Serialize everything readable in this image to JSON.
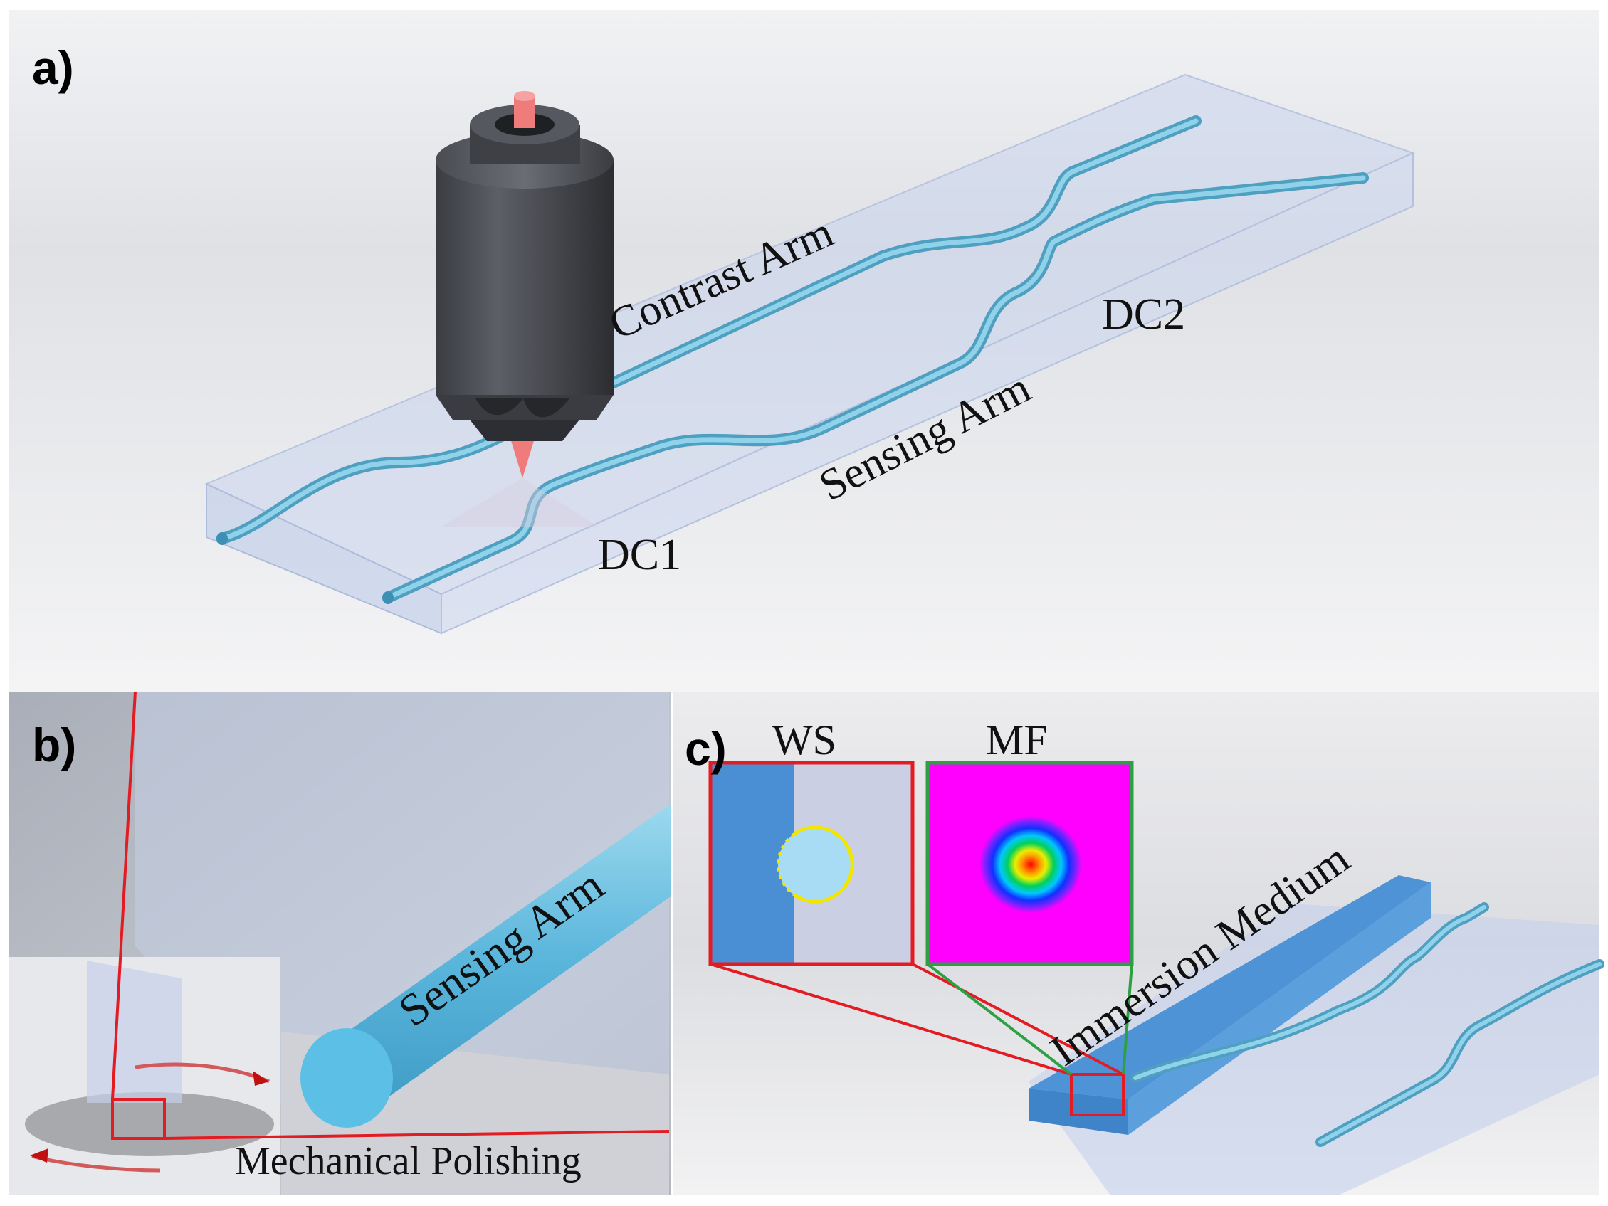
{
  "panels": {
    "a": {
      "label": "a)",
      "contrast_arm": "Contrast Arm",
      "sensing_arm": "Sensing Arm",
      "dc1": "DC1",
      "dc2": "DC2"
    },
    "b": {
      "label": "b)",
      "sensing_arm": "Sensing Arm",
      "polishing": "Mechanical Polishing"
    },
    "c": {
      "label": "c)",
      "ws": "WS",
      "mf": "MF",
      "immersion": "Immersion Medium"
    }
  },
  "colors": {
    "waveguide": "#7cc3dc",
    "highlight_box": "#e31b23",
    "mf_box": "#2ea043",
    "mf_background": "#ff00ff",
    "ws_core": "#f2e600",
    "laser": "#f07b7b"
  }
}
